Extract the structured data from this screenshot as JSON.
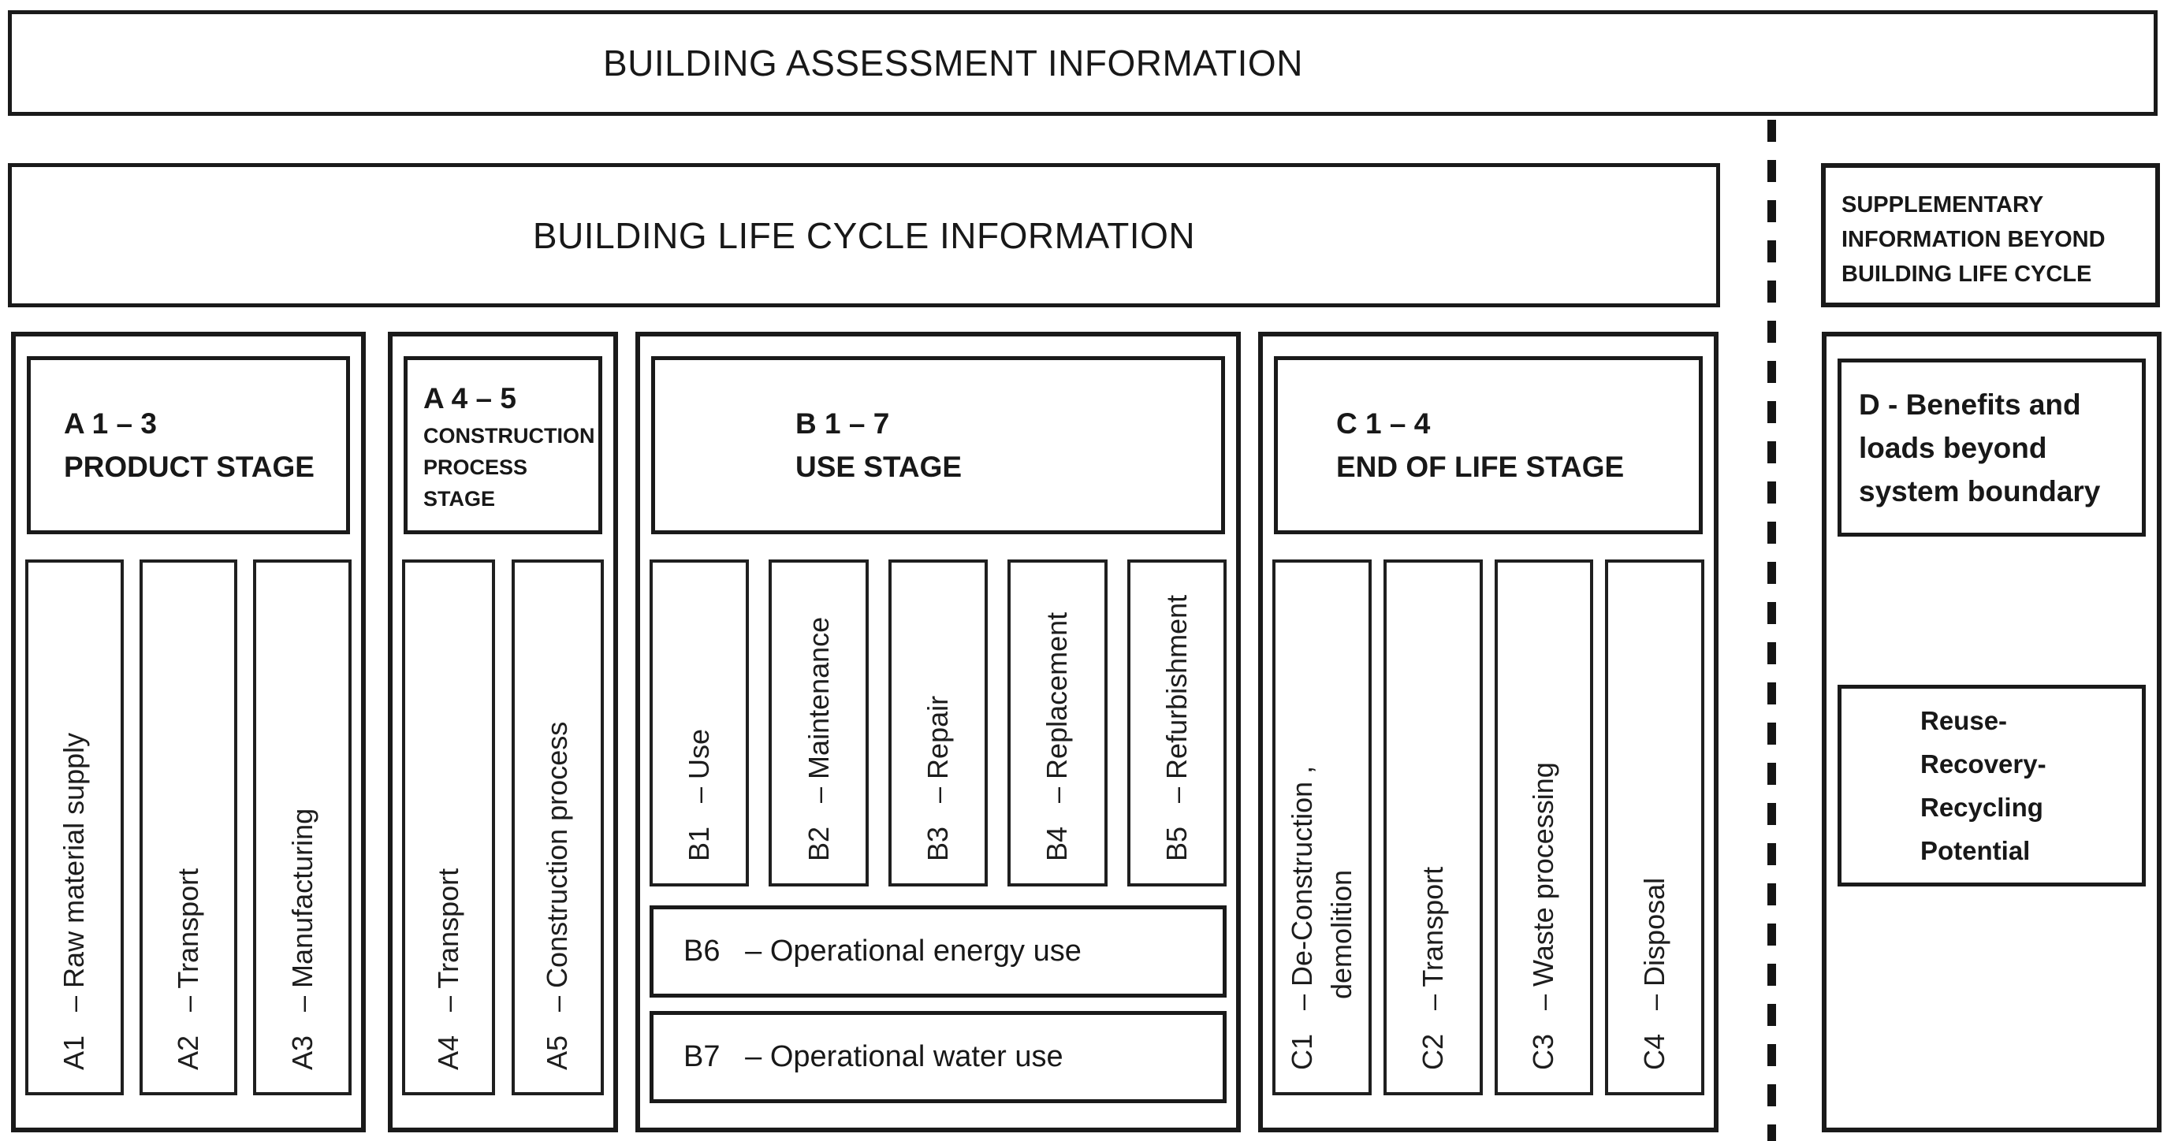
{
  "assessment_banner": {
    "title": "BUILDING ASSESSMENT INFORMATION"
  },
  "life_cycle": {
    "title": "BUILDING LIFE CYCLE INFORMATION",
    "stages": [
      {
        "code": "A 1 – 3",
        "name": "PRODUCT STAGE",
        "modules": [
          "A1   – Raw material supply",
          "A2   – Transport",
          "A3   – Manufacturing"
        ]
      },
      {
        "code": "A 4 – 5",
        "name": "CONSTRUCTION\nPROCESS STAGE",
        "modules": [
          "A4   – Transport",
          "A5   – Construction process"
        ]
      },
      {
        "code": "B 1 – 7",
        "name": "USE STAGE",
        "modules": [
          "B1   – Use",
          "B2   – Maintenance",
          "B3   – Repair",
          "B4   – Replacement",
          "B5   – Refurbishment"
        ],
        "rows": [
          "B6   – Operational energy use",
          "B7   – Operational water use"
        ]
      },
      {
        "code": "C 1 – 4",
        "name": "END OF LIFE STAGE",
        "modules": [
          "C1   – De-Construction ,\n         demolition",
          "C2   – Transport",
          "C3   – Waste processing",
          "C4   – Disposal"
        ]
      }
    ]
  },
  "supplementary": {
    "note": "SUPPLEMENTARY\nINFORMATION BEYOND\nBUILDING LIFE CYCLE",
    "stage_d": {
      "title": "D - Benefits and\nloads beyond\nsystem boundary",
      "box": "Reuse-\nRecovery-\nRecycling\nPotential"
    }
  },
  "colors": {
    "border": "#1a1a1a",
    "text": "#181818",
    "background": "#ffffff"
  }
}
